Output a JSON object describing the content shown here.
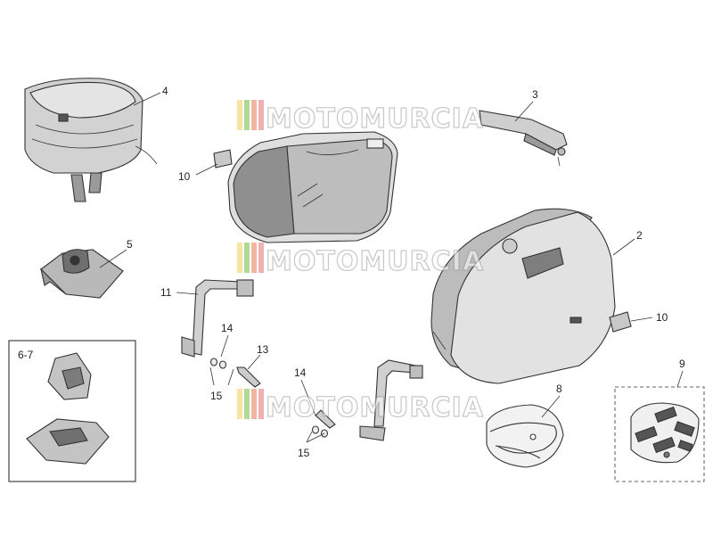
{
  "watermark": "MOTOMURCIA",
  "watermark_stripe_colors": [
    "#f2e08a",
    "#9ccf7a",
    "#f0a28a",
    "#e9a0a0"
  ],
  "labels": {
    "p1": "4",
    "p2": "3",
    "p3": "10",
    "p4": "5",
    "p5": "2",
    "p6": "11",
    "p7": "10",
    "p8": "14",
    "p9": "13",
    "p10": "6-7",
    "p11": "15",
    "p12": "14",
    "p13": "8",
    "p14": "9",
    "p15": "15"
  },
  "colors": {
    "outline": "#333333",
    "case_fill": "#dcdcdc",
    "dark_fill": "#8f8f8f",
    "bag_fill": "#cfcfcf"
  }
}
